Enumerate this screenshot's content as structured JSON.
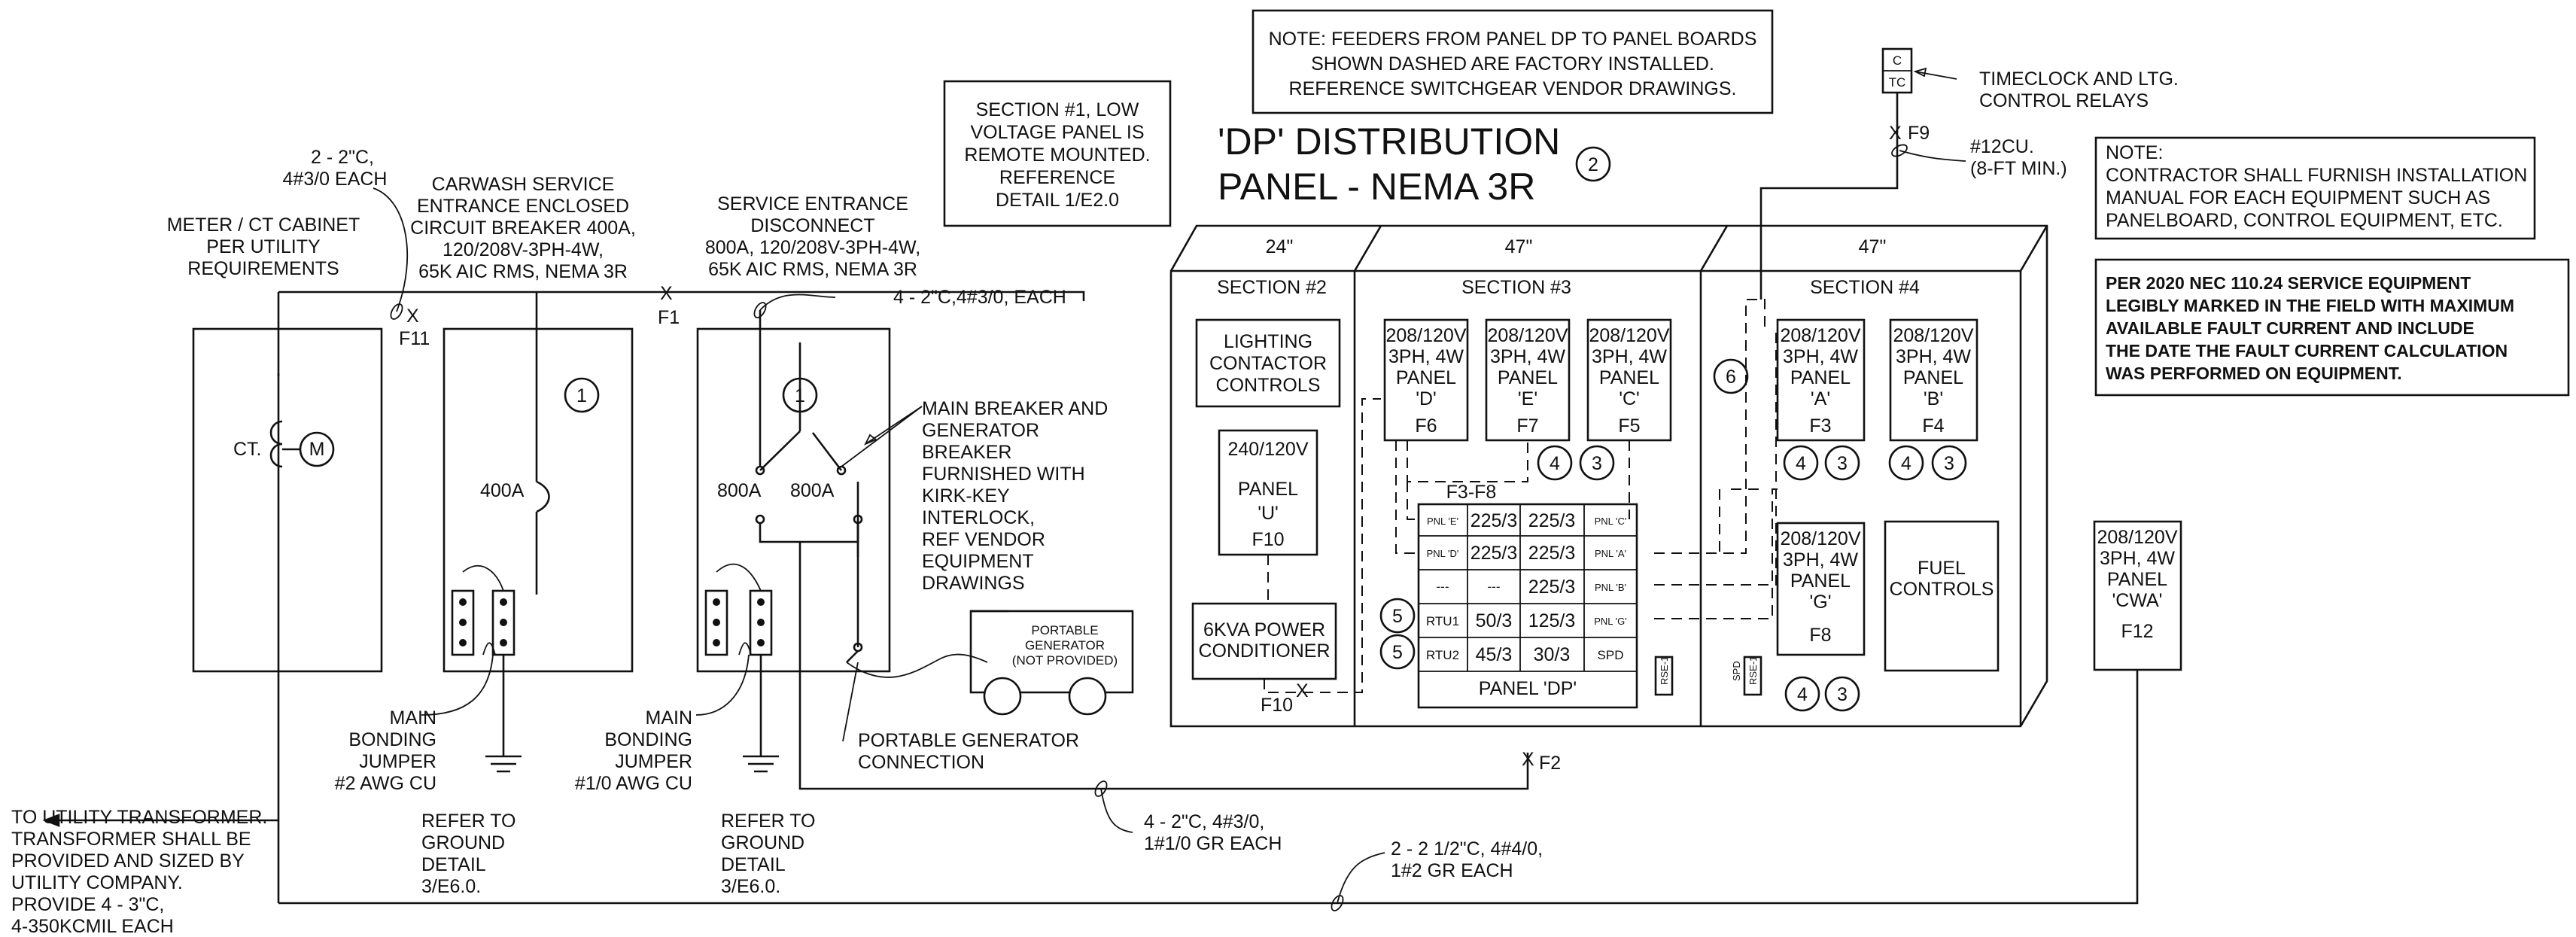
{
  "title": [
    "'DP' DISTRIBUTION",
    "PANEL - NEMA 3R"
  ],
  "title_ref": "2",
  "notes": {
    "factory_dashed": [
      "NOTE: FEEDERS FROM PANEL DP TO PANEL BOARDS",
      "SHOWN DASHED ARE FACTORY INSTALLED.",
      "REFERENCE SWITCHGEAR VENDOR DRAWINGS."
    ],
    "section1": [
      "SECTION #1, LOW",
      "VOLTAGE PANEL IS",
      "REMOTE MOUNTED.",
      "REFERENCE",
      "DETAIL 1/E2.0"
    ],
    "contractor": [
      "NOTE:",
      "CONTRACTOR SHALL FURNISH INSTALLATION",
      "MANUAL FOR EACH EQUIPMENT SUCH AS",
      "PANELBOARD, CONTROL EQUIPMENT, ETC."
    ],
    "nec": [
      "PER 2020 NEC 110.24 SERVICE EQUIPMENT",
      "LEGIBLY MARKED IN THE FIELD WITH MAXIMUM",
      "AVAILABLE FAULT CURRENT AND INCLUDE",
      "THE DATE THE FAULT CURRENT CALCULATION",
      "WAS PERFORMED ON EQUIPMENT."
    ]
  },
  "labels": {
    "conduit_top": [
      "2 - 2\"C,",
      "4#3/0 EACH"
    ],
    "meter_cabinet": [
      "METER / CT CABINET",
      "PER UTILITY",
      "REQUIREMENTS"
    ],
    "carwash": [
      "CARWASH SERVICE",
      "ENTRANCE ENCLOSED",
      "CIRCUIT BREAKER 400A,",
      "120/208V-3PH-4W,",
      "65K AIC RMS, NEMA 3R"
    ],
    "service_disc": [
      "SERVICE ENTRANCE",
      "DISCONNECT",
      "800A, 120/208V-3PH-4W,",
      "65K AIC RMS, NEMA 3R"
    ],
    "conduit_mid": "4 - 2\"C,4#3/0, EACH",
    "main_breaker": [
      "MAIN BREAKER AND",
      "GENERATOR",
      "BREAKER",
      "FURNISHED WITH",
      "KIRK-KEY",
      "INTERLOCK,",
      "REF VENDOR",
      "EQUIPMENT",
      "DRAWINGS"
    ],
    "bonding1": [
      "MAIN",
      "BONDING",
      "JUMPER",
      "#2 AWG CU"
    ],
    "bonding2": [
      "MAIN",
      "BONDING",
      "JUMPER",
      "#1/0 AWG CU"
    ],
    "ground1": [
      "REFER TO",
      "GROUND",
      "DETAIL",
      "3/E6.0."
    ],
    "ground2": [
      "REFER TO",
      "GROUND",
      "DETAIL",
      "3/E6.0."
    ],
    "utility": [
      "TO UTILITY TRANSFORMER.",
      "TRANSFORMER SHALL BE",
      "PROVIDED AND SIZED BY",
      "UTILITY COMPANY.",
      "PROVIDE 4 - 3\"C,",
      "4-350KCMIL EACH"
    ],
    "portable_gen": [
      "PORTABLE",
      "GENERATOR",
      "(NOT PROVIDED)"
    ],
    "gen_conn": [
      "PORTABLE GENERATOR",
      "CONNECTION"
    ],
    "conduit_bottom1": [
      "4 - 2\"C, 4#3/0,",
      "1#1/0 GR EACH"
    ],
    "conduit_bottom2": [
      "2 - 2 1/2\"C, 4#4/0,",
      "1#2 GR EACH"
    ],
    "timeclock": [
      "TIMECLOCK AND LTG.",
      "CONTROL RELAYS"
    ],
    "wire12": [
      "#12CU.",
      "(8-FT MIN.)"
    ],
    "tc_c": "C",
    "tc_tc": "TC",
    "ct": "CT.",
    "m": "M",
    "bk400": "400A",
    "bk800a": "800A",
    "bk800b": "800A",
    "ref1a": "1",
    "ref1b": "1"
  },
  "feeders": {
    "f11": "F11",
    "f1": "F1",
    "f9": "F9",
    "f10": "F10",
    "f2": "F2",
    "x": "X"
  },
  "sections": {
    "s2": {
      "width": "24\"",
      "name": "SECTION #2"
    },
    "s3": {
      "width": "47\"",
      "name": "SECTION #3"
    },
    "s4": {
      "width": "47\"",
      "name": "SECTION #4"
    }
  },
  "lighting": [
    "LIGHTING",
    "CONTACTOR",
    "CONTROLS"
  ],
  "panel_u": [
    "240/120V",
    "PANEL",
    "'U'",
    "F10"
  ],
  "power_cond": [
    "6KVA POWER",
    "CONDITIONER"
  ],
  "panels": {
    "d": [
      "208/120V",
      "3PH, 4W",
      "PANEL",
      "'D'",
      "F6"
    ],
    "e": [
      "208/120V",
      "3PH, 4W",
      "PANEL",
      "'E'",
      "F7"
    ],
    "c": [
      "208/120V",
      "3PH, 4W",
      "PANEL",
      "'C'",
      "F5"
    ],
    "a": [
      "208/120V",
      "3PH, 4W",
      "PANEL",
      "'A'",
      "F3"
    ],
    "b": [
      "208/120V",
      "3PH, 4W",
      "PANEL",
      "'B'",
      "F4"
    ],
    "g": [
      "208/120V",
      "3PH, 4W",
      "PANEL",
      "'G'",
      "F8"
    ],
    "cwa": [
      "208/120V",
      "3PH, 4W",
      "PANEL",
      "'CWA'",
      "F12"
    ]
  },
  "fuel": [
    "FUEL",
    "CONTROLS"
  ],
  "refs": {
    "r4": "4",
    "r3": "3",
    "r5": "5",
    "r6": "6"
  },
  "dp_table": {
    "header": "F3-F8",
    "rows": [
      [
        "PNL 'E'",
        "225/3",
        "225/3",
        "PNL 'C'"
      ],
      [
        "PNL 'D'",
        "225/3",
        "225/3",
        "PNL 'A'"
      ],
      [
        "---",
        "---",
        "225/3",
        "PNL 'B'"
      ],
      [
        "RTU1",
        "50/3",
        "125/3",
        "PNL 'G'"
      ],
      [
        "RTU2",
        "45/3",
        "30/3",
        "SPD"
      ]
    ],
    "footer": "PANEL 'DP'"
  },
  "rse": "RSE-1",
  "spd": "SPD"
}
